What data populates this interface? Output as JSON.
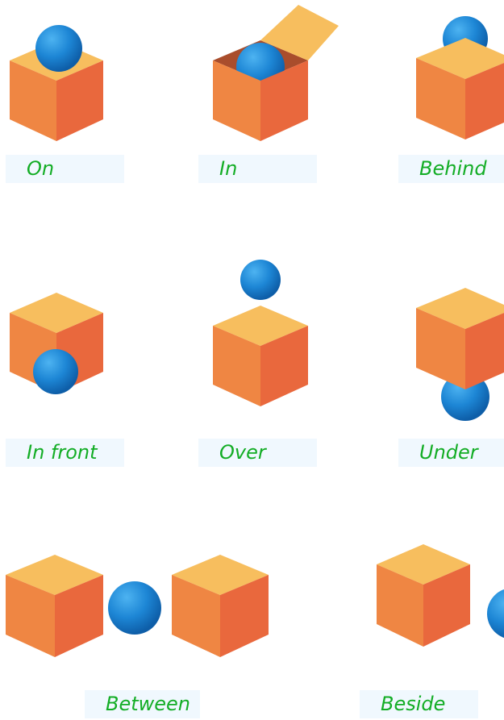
{
  "labels": {
    "on": "On",
    "in": "In",
    "behind": "Behind",
    "in_front": "In front",
    "over": "Over",
    "under": "Under",
    "between": "Between",
    "beside": "Beside"
  },
  "colors": {
    "cube_top": "#F7BE5E",
    "cube_left": "#EF8643",
    "cube_right": "#E9683D",
    "box_inside": "#A94D2C",
    "ball_light": "#4DB3F1",
    "ball_mid": "#1D86D5",
    "ball_dark": "#0E5EA8",
    "label_bg": "#F0F8FE",
    "label_text": "#13AD25"
  },
  "icons": {
    "cube": "orange-cube-icon",
    "ball": "blue-ball-icon",
    "open_box": "open-box-icon"
  }
}
